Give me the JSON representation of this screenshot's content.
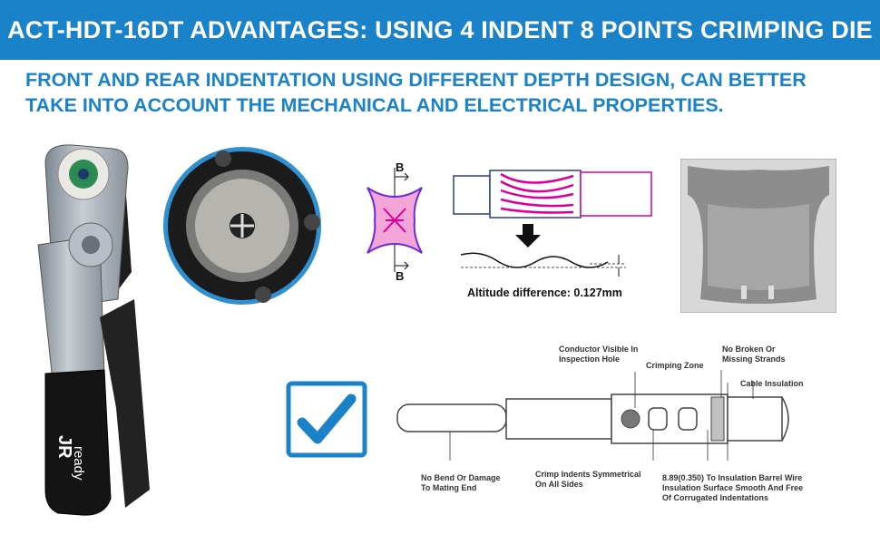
{
  "header": {
    "title": "ACT-HDT-16DT ADVANTAGES: USING 4 INDENT 8 POINTS CRIMPING DIE"
  },
  "subtitle": {
    "line1": "FRONT AND REAR INDENTATION USING DIFFERENT DEPTH DESIGN, CAN BETTER",
    "line2": "TAKE INTO ACCOUNT THE MECHANICAL AND ELECTRICAL PROPERTIES."
  },
  "tool": {
    "brand_main": "JR",
    "brand_sub": "ready"
  },
  "cross_section": {
    "label_top": "B",
    "label_bottom": "B"
  },
  "altitude": {
    "label": "Altitude difference: 0.127mm"
  },
  "terminal": {
    "conductor_visible_1": "Conductor Visible In",
    "conductor_visible_2": "Inspection Hole",
    "crimping_zone": "Crimping Zone",
    "no_broken_1": "No Broken Or",
    "no_broken_2": "Missing Strands",
    "cable_insulation": "Cable Insulation",
    "no_bend_1": "No Bend Or Damage",
    "no_bend_2": "To Mating End",
    "crimp_indents_1": "Crimp Indents Symmetrical",
    "crimp_indents_2": "On All Sides",
    "insulation_1": "8.89(0.350) To Insulation Barrel Wire",
    "insulation_2": "Insulation Surface Smooth And Free",
    "insulation_3": "Of Corrugated Indentations"
  },
  "colors": {
    "brand_blue": "#1a82c9",
    "magenta": "#d9009a"
  },
  "icons": [
    "checkmark-icon",
    "arrow-down-icon"
  ]
}
